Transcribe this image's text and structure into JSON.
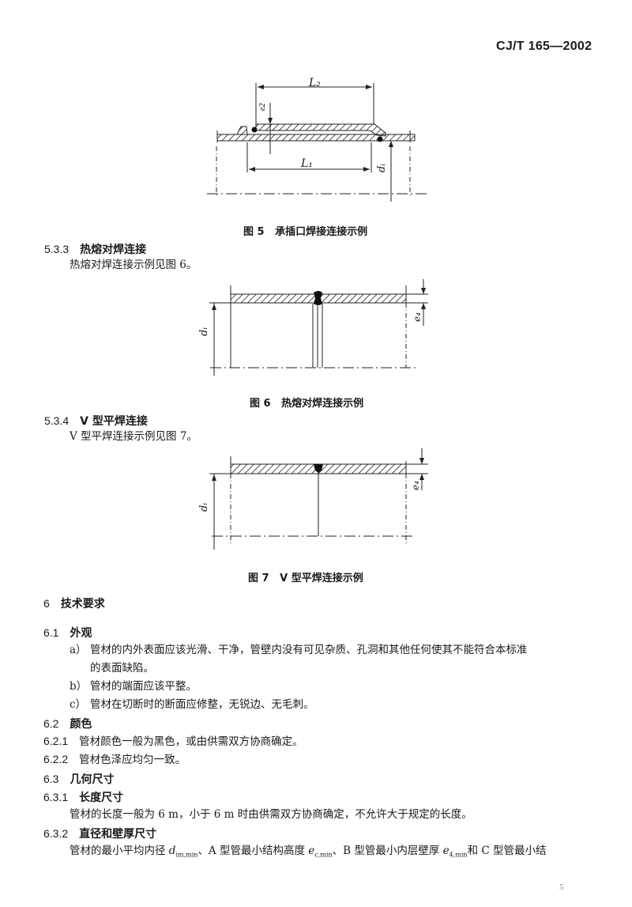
{
  "header": {
    "standard_code": "CJ/T 165—2002"
  },
  "figures": [
    {
      "id": "fig5",
      "caption_num": "图 5",
      "caption_text": "承插口焊接连接示例",
      "labels": {
        "L2": "L₂",
        "L1": "L₁",
        "e2": "e₂",
        "di": "dᵢ"
      }
    },
    {
      "id": "fig6",
      "caption_num": "图 6",
      "caption_text": "热熔对焊连接示例",
      "labels": {
        "di": "dᵢ",
        "e4": "e₄"
      }
    },
    {
      "id": "fig7",
      "caption_num": "图 7",
      "caption_text": "V 型平焊连接示例",
      "labels": {
        "di": "dᵢ",
        "e4": "e₄"
      }
    }
  ],
  "sections": {
    "s533": {
      "num": "5.3.3",
      "title": "热熔对焊连接",
      "body": "热熔对焊连接示例见图 6。"
    },
    "s534": {
      "num": "5.3.4",
      "title": "V 型平焊连接",
      "body": "V 型平焊连接示例见图 7。"
    },
    "s6": {
      "num": "6",
      "title": "技术要求"
    },
    "s61": {
      "num": "6.1",
      "title": "外观",
      "items": [
        {
          "label": "a）",
          "line1": "管材的内外表面应该光滑、干净，管壁内没有可见杂质、孔洞和其他任何使其不能符合本标准",
          "line2": "的表面缺陷。"
        },
        {
          "label": "b）",
          "line1": "管材的端面应该平整。"
        },
        {
          "label": "c）",
          "line1": "管材在切断时的断面应修整，无锐边、无毛刺。"
        }
      ]
    },
    "s62": {
      "num": "6.2",
      "title": "颜色"
    },
    "s621": {
      "num": "6.2.1",
      "body": "管材颜色一般为黑色，或由供需双方协商确定。"
    },
    "s622": {
      "num": "6.2.2",
      "body": "管材色泽应均匀一致。"
    },
    "s63": {
      "num": "6.3",
      "title": "几何尺寸"
    },
    "s631": {
      "num": "6.3.1",
      "title": "长度尺寸",
      "body": "管材的长度一般为 6 m，小于 6 m 时由供需双方协商确定，不允许大于规定的长度。"
    },
    "s632": {
      "num": "6.3.2",
      "title": "直径和壁厚尺寸",
      "body_parts": {
        "p1": "管材的最小平均内径 ",
        "sym1": "d",
        "sub1": "im,min",
        "p2": "、A 型管最小结构高度 ",
        "sym2": "e",
        "sub2": "c,min",
        "p3": "、B 型管最小内层壁厚 ",
        "sym3": "e",
        "sub3": "4,min",
        "p4": "和 C 型管最小结"
      }
    }
  },
  "footer": {
    "page_number": "5"
  }
}
